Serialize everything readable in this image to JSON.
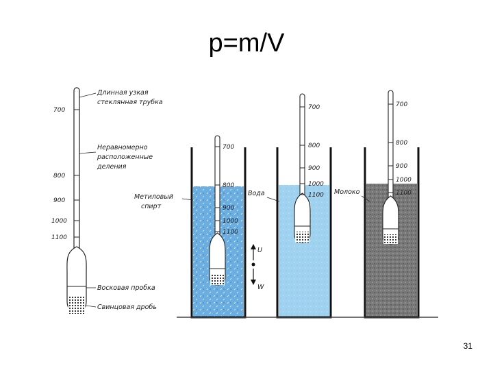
{
  "slide": {
    "title": "p=m/V",
    "page_number": "31"
  },
  "hydrometer_main": {
    "scale": [
      "700",
      "800",
      "900",
      "1000",
      "1100"
    ],
    "annotations": {
      "tube": [
        "Длинная узкая",
        "стеклянная трубка"
      ],
      "divisions": [
        "Неравномерно",
        "расположенные",
        "деления"
      ],
      "wax": "Восковая пробка",
      "shot": "Свинцовая дробь"
    }
  },
  "vessels": [
    {
      "liquid": [
        "Метиловый",
        "спирт"
      ],
      "liquid_color": "#5fa9e0",
      "scale": [
        "700",
        "800",
        "900",
        "1000",
        "1100"
      ],
      "forces": {
        "up": "U",
        "down": "W"
      }
    },
    {
      "liquid": [
        "Вода"
      ],
      "liquid_color": "#8cc8ec",
      "scale": [
        "700",
        "800",
        "900",
        "1000",
        "1100"
      ]
    },
    {
      "liquid": [
        "Молоко"
      ],
      "liquid_color": "#6b6b6b",
      "scale": [
        "700",
        "800",
        "900",
        "1000",
        "1100"
      ]
    }
  ]
}
